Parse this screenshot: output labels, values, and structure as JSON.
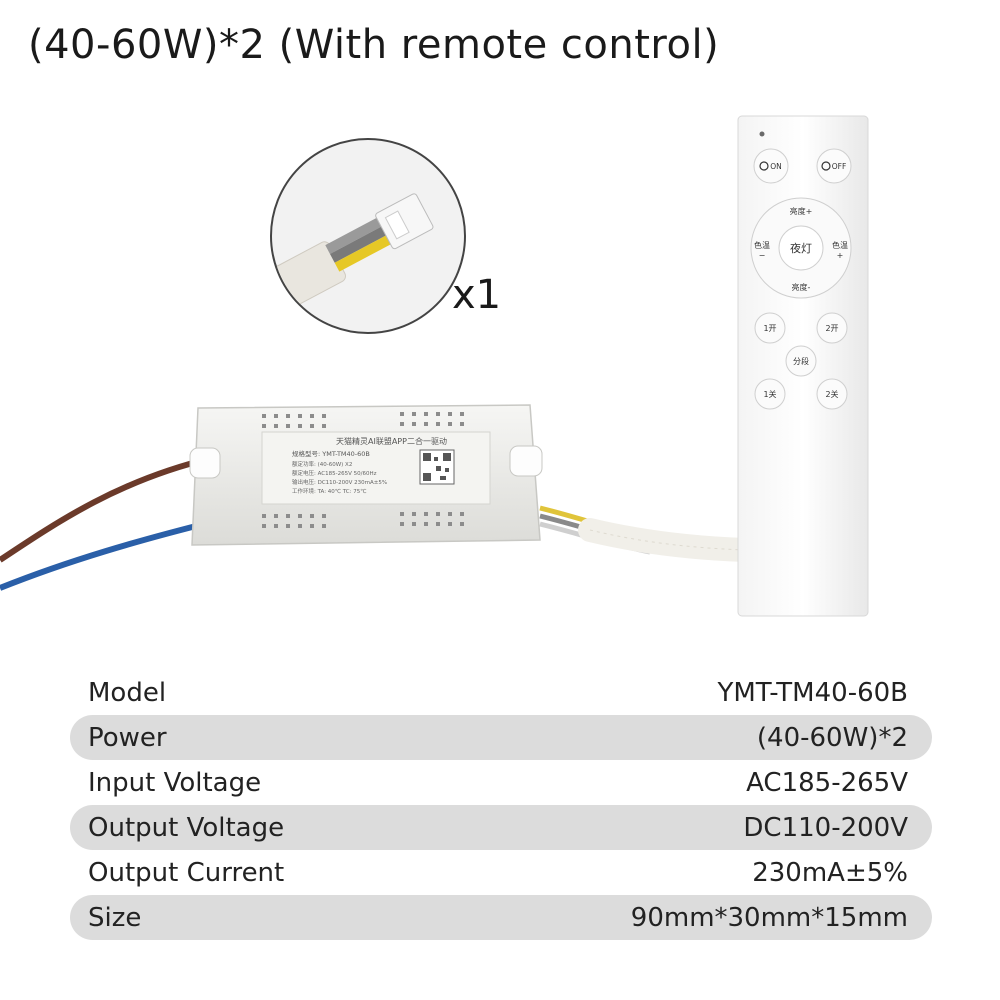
{
  "title": "(40-60W)*2 (With remote control)",
  "connector_quantity": "x1",
  "driver_label": {
    "header": "天猫精灵AI联盟APP二合一驱动",
    "model_line": "规格型号: YMT-TM40-60B",
    "lines": [
      "额定功率: (40-60W) X2",
      "额定电压: AC185-265V 50/60Hz",
      "输出电压: DC110-200V 230mA±5%",
      "工作环境: TA: 40℃ TC: 75℃"
    ]
  },
  "remote": {
    "on_label": "ON",
    "off_label": "OFF",
    "brightness_up": "亮度+",
    "brightness_down": "亮度-",
    "color_temp_minus": "色温",
    "color_temp_plus": "色温",
    "minus_sign": "−",
    "plus_sign": "+",
    "night_light": "夜灯",
    "btn_1_on": "1开",
    "btn_2_on": "2开",
    "btn_segment": "分段",
    "btn_1_off": "1关",
    "btn_2_off": "2关"
  },
  "specs": [
    {
      "label": "Model",
      "value": "YMT-TM40-60B"
    },
    {
      "label": "Power",
      "value": "(40-60W)*2"
    },
    {
      "label": "Input Voltage",
      "value": "AC185-265V"
    },
    {
      "label": "Output Voltage",
      "value": "DC110-200V"
    },
    {
      "label": "Output Current",
      "value": "230mA±5%"
    },
    {
      "label": "Size",
      "value": "90mm*30mm*15mm"
    }
  ],
  "colors": {
    "brown_wire": "#6b3a2a",
    "blue_wire": "#2a5fa8",
    "driver_body": "#efefed",
    "row_shade": "#dcdcdc"
  }
}
